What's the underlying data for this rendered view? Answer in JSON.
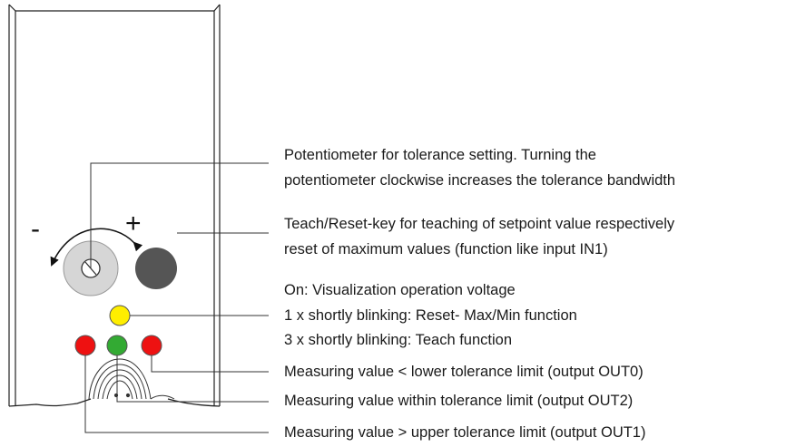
{
  "colors": {
    "led_yellow": "#ffee00",
    "led_green": "#33aa33",
    "led_red": "#ee1111",
    "potentiometer": "#d6d6d6",
    "key": "#555555"
  },
  "icons": {
    "potentiometer": "potentiometer-icon",
    "teach_key": "teach-reset-key-icon",
    "rotation_arrow": "rotation-arrow-icon"
  },
  "rotation": {
    "minus": "-",
    "plus": "+"
  },
  "labels": {
    "potentiometer": [
      "Potentiometer for tolerance setting. Turning the",
      "potentiometer clockwise increases the tolerance bandwidth"
    ],
    "teach_key": [
      "Teach/Reset-key for teaching of setpoint value respectively",
      "reset of maximum values (function like input IN1)"
    ],
    "yellow_led": [
      "On: Visualization operation voltage",
      "1 x shortly blinking: Reset- Max/Min function",
      "3 x shortly blinking: Teach function"
    ],
    "out0": "Measuring value < lower tolerance limit (output OUT0)",
    "out2": "Measuring value within tolerance limit (output OUT2)",
    "out1": "Measuring value > upper tolerance limit (output OUT1)"
  }
}
